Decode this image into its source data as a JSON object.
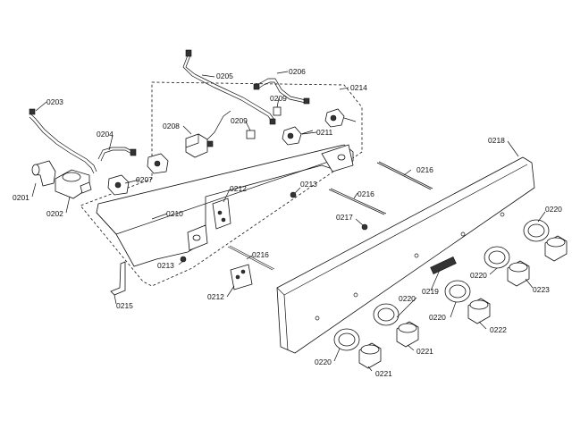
{
  "callouts": [
    {
      "id": "c0203",
      "text": "0203"
    },
    {
      "id": "c0204",
      "text": "0204"
    },
    {
      "id": "c0201",
      "text": "0201"
    },
    {
      "id": "c0202",
      "text": "0202"
    },
    {
      "id": "c0205",
      "text": "0205"
    },
    {
      "id": "c0206",
      "text": "0206"
    },
    {
      "id": "c0208",
      "text": "0208"
    },
    {
      "id": "c0209a",
      "text": "0209"
    },
    {
      "id": "c0209b",
      "text": "0209"
    },
    {
      "id": "c0214",
      "text": "0214"
    },
    {
      "id": "c0211",
      "text": "0211"
    },
    {
      "id": "c0207",
      "text": "0207"
    },
    {
      "id": "c0210",
      "text": "0210"
    },
    {
      "id": "c0212a",
      "text": "0212"
    },
    {
      "id": "c0213a",
      "text": "0213"
    },
    {
      "id": "c0213b",
      "text": "0213"
    },
    {
      "id": "c0215",
      "text": "0215"
    },
    {
      "id": "c0212b",
      "text": "0212"
    },
    {
      "id": "c0216a",
      "text": "0216"
    },
    {
      "id": "c0216b",
      "text": "0216"
    },
    {
      "id": "c0216c",
      "text": "0216"
    },
    {
      "id": "c0217",
      "text": "0217"
    },
    {
      "id": "c0218",
      "text": "0218"
    },
    {
      "id": "c0219",
      "text": "0219"
    },
    {
      "id": "c0220a",
      "text": "0220"
    },
    {
      "id": "c0220b",
      "text": "0220"
    },
    {
      "id": "c0220c",
      "text": "0220"
    },
    {
      "id": "c0220d",
      "text": "0220"
    },
    {
      "id": "c0220e",
      "text": "0220"
    },
    {
      "id": "c0221a",
      "text": "0221"
    },
    {
      "id": "c0221b",
      "text": "0221"
    },
    {
      "id": "c0222",
      "text": "0222"
    },
    {
      "id": "c0223",
      "text": "0223"
    }
  ],
  "colors": {
    "line": "#111111",
    "background": "#ffffff"
  }
}
